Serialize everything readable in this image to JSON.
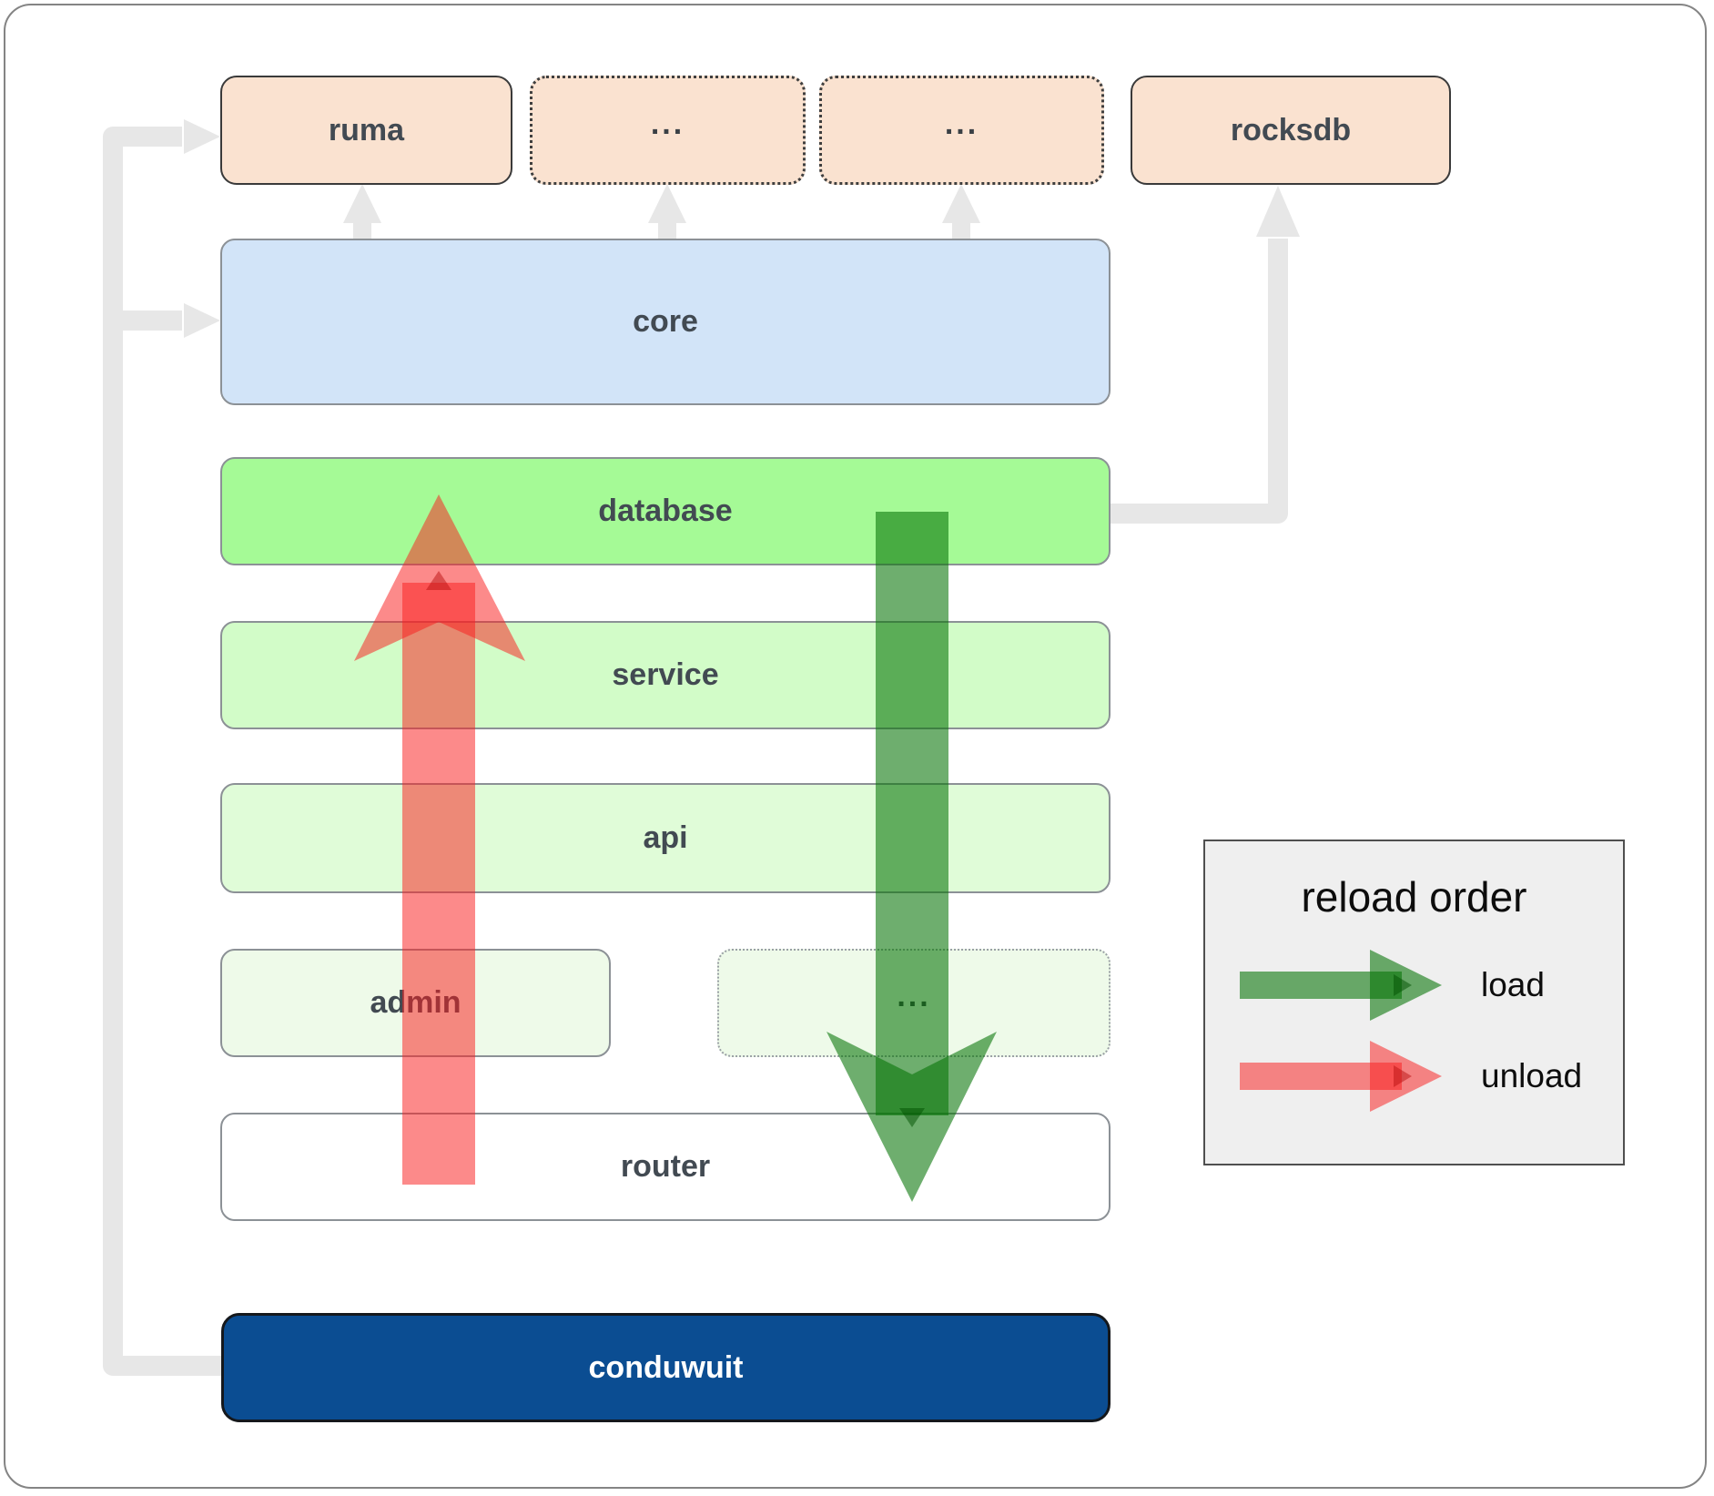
{
  "figure": {
    "boxes": {
      "ruma": {
        "label": "ruma"
      },
      "dep_a": {
        "label": "..."
      },
      "dep_b": {
        "label": "..."
      },
      "rocksdb": {
        "label": "rocksdb"
      },
      "core": {
        "label": "core"
      },
      "database": {
        "label": "database"
      },
      "service": {
        "label": "service"
      },
      "api": {
        "label": "api"
      },
      "admin": {
        "label": "admin"
      },
      "more_services": {
        "label": "..."
      },
      "router": {
        "label": "router"
      },
      "conduwuit": {
        "label": "conduwuit"
      }
    },
    "legend": {
      "title": "reload order",
      "load_label": "load",
      "unload_label": "unload"
    },
    "colors": {
      "load_arrow_green": "#057305",
      "unload_arrow_red": "#f91e1e",
      "connector_gray": "#e7e7e7",
      "crate_peach": "#fae2d0",
      "core_blue": "#d2e4f8",
      "database_green": "#a5fa96",
      "service_green": "#d2fcc8",
      "api_green": "#e0fcd8",
      "admin_green": "#eefae9",
      "router_white": "#ffffff",
      "conduwuit_navy": "#0b4d92",
      "legend_bg": "#efefef"
    }
  }
}
